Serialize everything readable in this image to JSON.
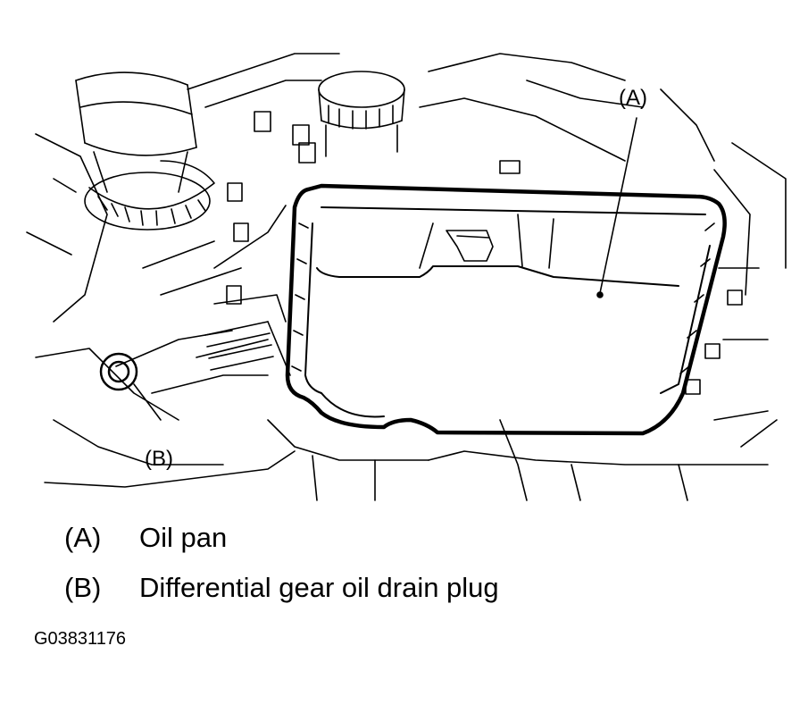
{
  "callouts": {
    "a": "(A)",
    "b": "(B)"
  },
  "legend": [
    {
      "key": "(A)",
      "label": "Oil pan"
    },
    {
      "key": "(B)",
      "label": "Differential gear oil drain plug"
    }
  ],
  "figure_id": "G03831176",
  "colors": {
    "ink": "#000000",
    "paper": "#ffffff"
  }
}
